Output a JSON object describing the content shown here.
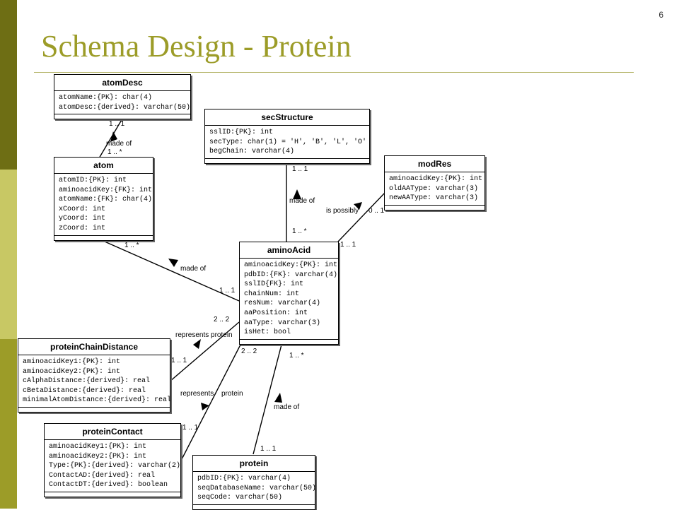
{
  "slide": {
    "title": "Schema Design - Protein",
    "number": "6"
  },
  "entities": {
    "atomDesc": {
      "name": "atomDesc",
      "attributes": [
        "atomName:{PK}: char(4)",
        "atomDesc:{derived}: varchar(50)"
      ]
    },
    "secStructure": {
      "name": "secStructure",
      "attributes": [
        "sslID:{PK}: int",
        "secType: char(1) = 'H', 'B', 'L', 'O'",
        "begChain: varchar(4)"
      ]
    },
    "modRes": {
      "name": "modRes",
      "attributes": [
        "aminoacidKey:{PK}: int",
        "oldAAType: varchar(3)",
        "newAAType: varchar(3)"
      ]
    },
    "atom": {
      "name": "atom",
      "attributes": [
        "atomID:{PK}: int",
        "aminoacidKey:{FK}: int",
        "atomName:{FK}: char(4)",
        "xCoord: int",
        "yCoord: int",
        "zCoord: int"
      ]
    },
    "aminoAcid": {
      "name": "aminoAcid",
      "attributes": [
        "aminoacidKey:{PK}: int",
        "pdbID:{FK}: varchar(4)",
        "sslID{FK}: int",
        "chainNum: int",
        "resNum: varchar(4)",
        "aaPosition: int",
        "aaType: varchar(3)",
        "isHet: bool"
      ]
    },
    "proteinChainDistance": {
      "name": "proteinChainDistance",
      "attributes": [
        "aminoacidKey1:{PK}: int",
        "aminoacidKey2:{PK}: int",
        "cAlphaDistance:{derived}: real",
        "cBetaDistance:{derived}: real",
        "minimalAtomDistance:{derived}: real"
      ]
    },
    "proteinContact": {
      "name": "proteinContact",
      "attributes": [
        "aminoacidKey1:{PK}: int",
        "aminoacidKey2:{PK}: int",
        "Type:{PK}:{derived}: varchar(2)",
        "ContactAD:{derived}: real",
        "ContactDT:{derived}: boolean"
      ]
    },
    "protein": {
      "name": "protein",
      "attributes": [
        "pdbID:{PK}: varchar(4)",
        "seqDatabaseName: varchar(50)",
        "seqCode: varchar(50)"
      ]
    }
  },
  "labels": {
    "ad_m1": "1 .. 1",
    "ad_made": "made of",
    "ad_m2": "1 .. *",
    "ss_m1": "1 .. 1",
    "ss_made": "made of",
    "ss_m2": "1 .. *",
    "mr_poss": "is possibly",
    "mr_m1": "0 .. 1",
    "mr_m2": "1 .. 1",
    "at_m1": "1 .. *",
    "at_made": "made of",
    "at_m2": "1 .. 1",
    "pcd_m1": "2 .. 2",
    "pcd_rep": "represents protein",
    "pcd_m2": "1 .. 1",
    "pc_m1": "2 .. 2",
    "pc_rep": "represents",
    "pc_prot": "protein",
    "pc_m2": "1 .. 1",
    "pr_m1": "1 .. *",
    "pr_made": "made of",
    "pr_m2": "1 .. 1"
  }
}
